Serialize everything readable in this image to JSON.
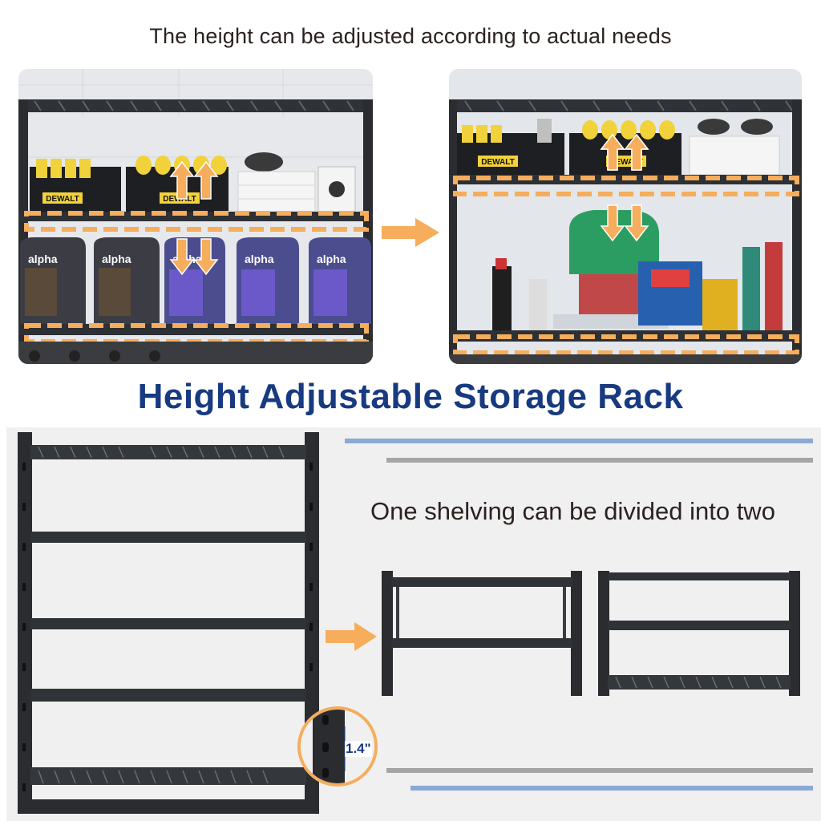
{
  "header": {
    "caption": "The height can be adjusted according to actual needs"
  },
  "title": "Height Adjustable Storage Rack",
  "divide": {
    "caption": "One shelving can be divided into two"
  },
  "measurement": {
    "tube_width": "1.4\""
  },
  "colors": {
    "title": "#173a80",
    "accent_orange": "#f6ad5c",
    "rack_black": "#2a2c30",
    "deco_blue": "#8aa9d4",
    "deco_gray": "#a5a5a5",
    "panel_bg": "#f0f0f1"
  },
  "products": {
    "before_top": [
      "DEWALT",
      "DEWALT"
    ],
    "before_bottom": [
      "alpha",
      "alpha",
      "alpha",
      "alpha",
      "alpha"
    ],
    "after_top": [
      "DEWALT",
      "DEWALT"
    ]
  }
}
